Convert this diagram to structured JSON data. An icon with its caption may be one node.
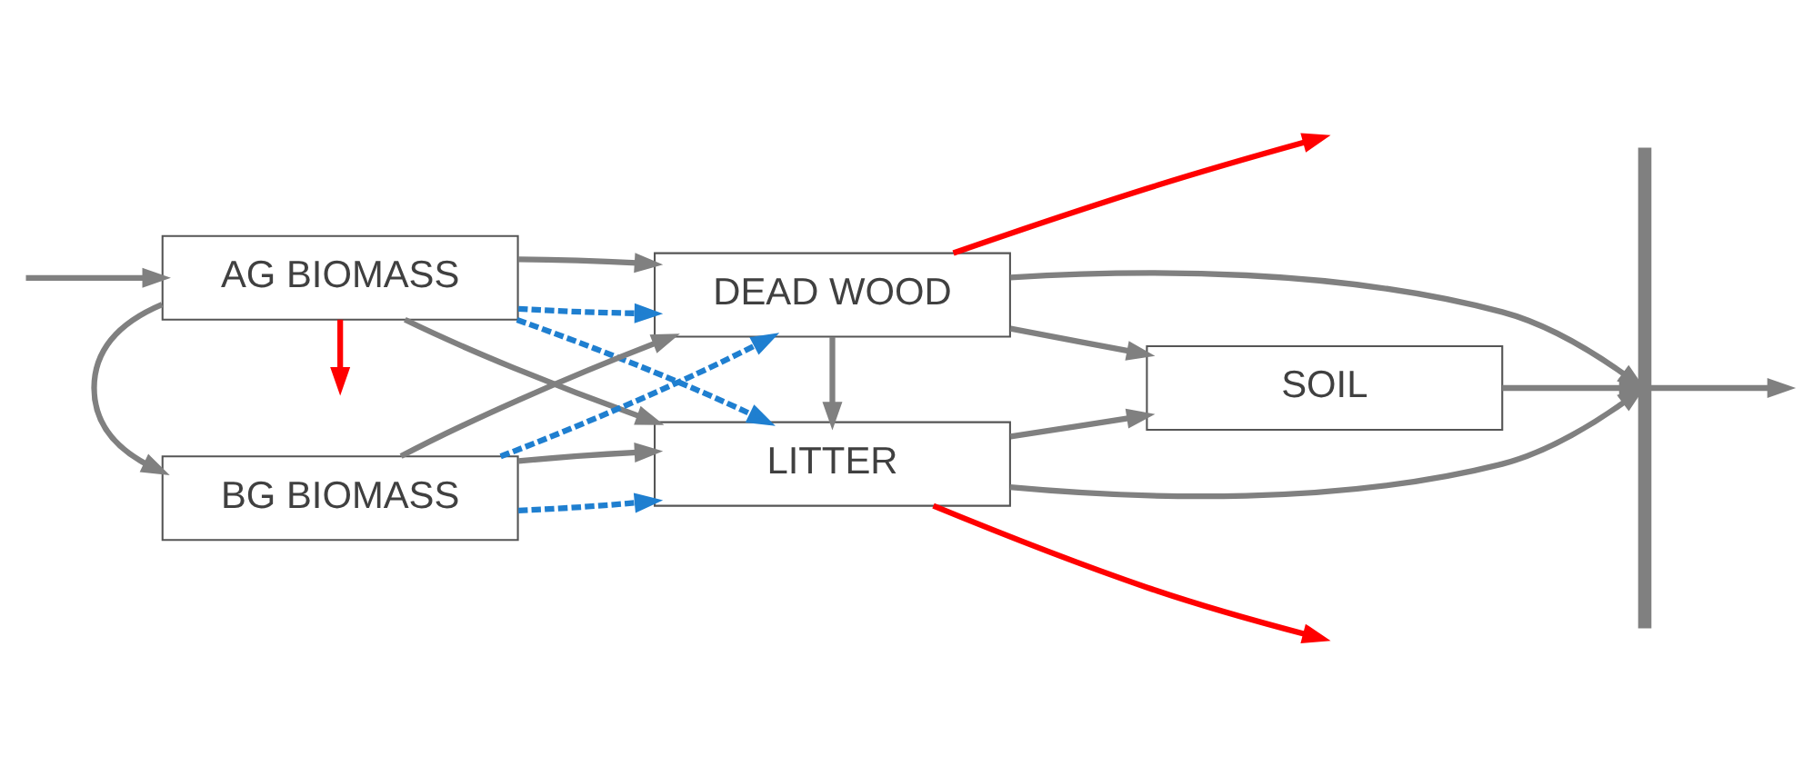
{
  "diagram": {
    "nodes": [
      {
        "text": [
          "AG BIOMASS"
        ]
      },
      {
        "text": [
          "DEAD WOOD"
        ]
      },
      {
        "text": [
          "BG BIOMASS"
        ]
      },
      {
        "text": [
          "LITTER"
        ]
      },
      {
        "text": [
          "SOIL"
        ]
      },
      {
        "text": [],
        "shape": "bar"
      }
    ],
    "edges": [
      {
        "from": null,
        "to": 0,
        "arrow": "to"
      },
      {
        "from": 0,
        "to": null,
        "arrow": "to",
        "color": "#ff0000"
      },
      {
        "from": 0,
        "to": 1,
        "arrow": "to",
        "style": "dashed",
        "color": "#1f7fd0"
      },
      {
        "from": 0,
        "to": 1,
        "arrow": "to"
      },
      {
        "from": 0,
        "to": 3,
        "arrow": "to"
      },
      {
        "from": 0,
        "to": 3,
        "arrow": "to",
        "style": "dashed",
        "color": "#1f7fd0"
      },
      {
        "from": 0,
        "to": 2,
        "arrow": "to"
      },
      {
        "from": 2,
        "to": 1,
        "arrow": "to",
        "style": "dashed",
        "color": "#1f7fd0"
      },
      {
        "from": 2,
        "to": 1,
        "arrow": "to"
      },
      {
        "from": 2,
        "to": 3,
        "arrow": "to",
        "style": "dashed",
        "color": "#1f7fd0"
      },
      {
        "from": 2,
        "to": 3,
        "arrow": "to"
      },
      {
        "from": 1,
        "to": 3,
        "arrow": "to"
      },
      {
        "from": 1,
        "to": 4,
        "arrow": "to"
      },
      {
        "from": 3,
        "to": 4,
        "arrow": "to"
      },
      {
        "from": 1,
        "to": null,
        "arrow": "to",
        "color": "#ff0000"
      },
      {
        "from": 1,
        "to": 5,
        "arrow": "to"
      },
      {
        "from": 3,
        "to": null,
        "arrow": "to",
        "color": "#ff0000"
      },
      {
        "from": 3,
        "to": 5,
        "arrow": "to"
      },
      {
        "from": 4,
        "to": 5,
        "arrow": "to"
      },
      {
        "from": 5,
        "to": null,
        "arrow": "to"
      }
    ]
  }
}
